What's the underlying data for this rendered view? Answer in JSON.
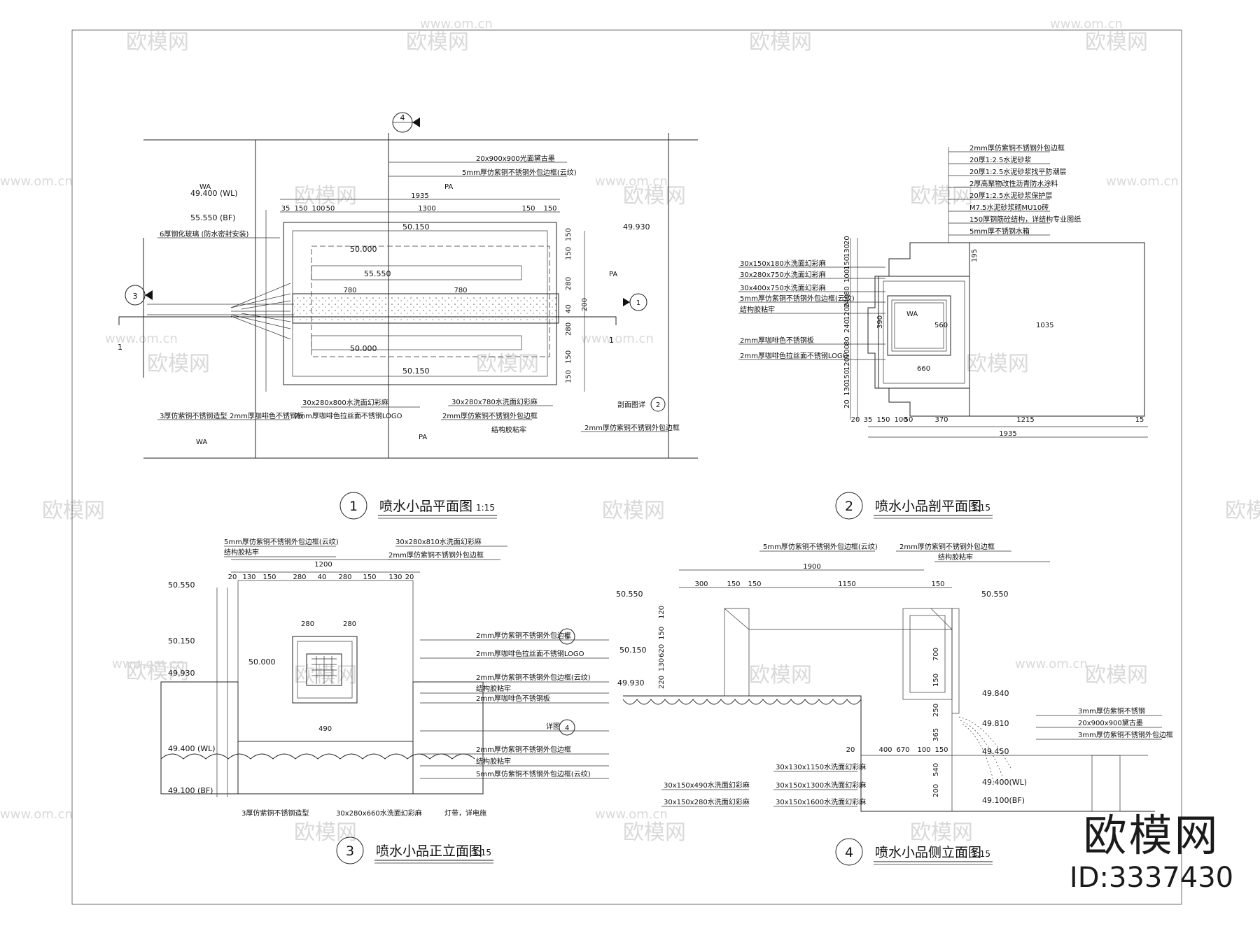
{
  "watermark": {
    "logo_text": "欧模网",
    "url_text": "www.om.cn"
  },
  "brand": {
    "logo": "欧模网",
    "id": "ID:3337430"
  },
  "views": [
    {
      "number": "1",
      "title": "喷水小品平面图",
      "scale": "1:15"
    },
    {
      "number": "2",
      "title": "喷水小品剖平面图",
      "scale": "1:15"
    },
    {
      "number": "3",
      "title": "喷水小品正立面图",
      "scale": "1:15"
    },
    {
      "number": "4",
      "title": "喷水小品侧立面图",
      "scale": "1:15"
    }
  ],
  "plan": {
    "section_marker_top": "4",
    "section_marker_left": "3",
    "section_marker_right": "1",
    "cut_line_label_left": "1",
    "cut_line_label_right": "1",
    "elev_wl": "49.400 (WL)",
    "elev_bf": "55.550 (BF)",
    "elev_49930": "49.930",
    "elev_50150_top": "50.150",
    "elev_50000_top": "50.000",
    "elev_55550": "55.550",
    "elev_50000_bot": "50.000",
    "elev_50150_bot": "50.150",
    "dim_1935": "1935",
    "dim_1300": "1300",
    "dim_780_left": "780",
    "dim_780_right": "780",
    "top_dims": [
      "35",
      "150",
      "100",
      "50",
      "150",
      "150"
    ],
    "right_dims": [
      "150",
      "150",
      "280",
      "40",
      "280",
      "150",
      "150"
    ],
    "dim_200": "200",
    "wa_label": "WA",
    "pa_label_top": "PA",
    "pa_label_right": "PA",
    "pa_label_bottom": "PA",
    "wa_label_bottom": "WA",
    "notes": [
      "20x900x900光面黛古墨",
      "5mm厚仿紫铜不锈钢外包边框(云纹)",
      "6厚钢化玻璃 (防水密封安装)",
      "30x280x800水洗面幻彩麻",
      "30x280x780水洗面幻彩麻",
      "2mm厚仿紫铜不锈钢外包边框",
      "结构胶粘牢",
      "2mm厚仿紫铜不锈钢外包边框",
      "3厚仿紫铜不锈钢造型",
      "2mm厚咖啡色不锈钢板",
      "2mm厚咖啡色拉丝面不锈钢LOGO"
    ],
    "detail_ref": "剖面图详",
    "detail_ref_num": "2"
  },
  "section": {
    "notes_top": [
      "2mm厚仿紫铜不锈钢外包边框",
      "20厚1:2.5水泥砂浆",
      "20厚1:2.5水泥砂浆找平防潮层",
      "2厚高聚物改性沥青防水涂料",
      "20厚1:2.5水泥砂浆保护层",
      "M7.5水泥砂浆砌MU10砖",
      "150厚钢筋砼结构，详结构专业图纸",
      "5mm厚不锈钢水箱"
    ],
    "notes_left": [
      "30x150x180水洗面幻彩麻",
      "30x280x750水洗面幻彩麻",
      "30x400x750水洗面幻彩麻",
      "5mm厚仿紫铜不锈钢外包边框(云纹)",
      "结构胶粘牢",
      "2mm厚咖啡色不锈钢板",
      "2mm厚咖啡色拉丝面不锈钢LOGO"
    ],
    "dim_560": "560",
    "dim_660": "660",
    "dim_1035": "1035",
    "dim_1935": "1935",
    "bottom_dims": [
      "20",
      "35",
      "150",
      "100",
      "50",
      "370",
      "1215",
      "15"
    ],
    "left_dims": [
      "20",
      "130",
      "150",
      "100",
      "80",
      "240",
      "1200",
      "240",
      "80",
      "100",
      "120",
      "150",
      "130",
      "20"
    ],
    "dim_390": "390",
    "dim_195": "195",
    "wa": "WA"
  },
  "front": {
    "elev_55550": "50.550",
    "elev_50150": "50.150",
    "elev_49930": "49.930",
    "elev_50000": "50.000",
    "elev_49400": "49.400 (WL)",
    "elev_49100": "49.100 (BF)",
    "dim_1200": "1200",
    "top_dims": [
      "20",
      "130",
      "150",
      "280",
      "40",
      "280",
      "150",
      "130",
      "20"
    ],
    "dim_280a": "280",
    "dim_280b": "280",
    "notes_top": [
      "5mm厚仿紫铜不锈钢外包边框(云纹)",
      "结构胶粘牢",
      "30x280x810水洗面幻彩麻",
      "2mm厚仿紫铜不锈钢外包边框"
    ],
    "notes_right": [
      "2mm厚仿紫铜不锈钢外包边框",
      "2mm厚咖啡色拉丝面不锈钢LOGO",
      "2mm厚仿紫铜不锈钢外包边框(云纹)",
      "结构胶粘牢",
      "2mm厚咖啡色不锈钢板",
      "详图",
      "2mm厚仿紫铜不锈钢外包边框",
      "结构胶粘牢",
      "5mm厚仿紫铜不锈钢外包边框(云纹)"
    ],
    "ref_6": "6",
    "ref_4": "4",
    "notes_bottom": [
      "3厚仿紫铜不锈钢造型",
      "30x280x660水洗面幻彩麻",
      "灯带，详电施"
    ],
    "dim_490": "490"
  },
  "side": {
    "elev_50550_l": "50.550",
    "elev_50550_r": "50.550",
    "elev_50150": "50.150",
    "elev_49930": "49.930",
    "elev_49840": "49.840",
    "elev_49810": "49.810",
    "elev_49450": "49.450",
    "elev_49400": "49.400(WL)",
    "elev_49100": "49.100(BF)",
    "dim_1900": "1900",
    "top_dims": [
      "300",
      "150",
      "150",
      "1150",
      "150"
    ],
    "bottom_dims": [
      "20",
      "400",
      "670",
      "100",
      "150"
    ],
    "notes_top": [
      "5mm厚仿紫铜不锈钢外包边框(云纹)",
      "2mm厚仿紫铜不锈钢外包边框",
      "结构胶粘牢"
    ],
    "notes_right": [
      "3mm厚仿紫铜不锈钢",
      "20x900x900黛古墨",
      "3mm厚仿紫铜不锈钢外包边框"
    ],
    "notes_bottom_left": [
      "30x150x490水洗面幻彩麻",
      "30x150x280水洗面幻彩麻"
    ],
    "notes_bottom_mid": [
      "30x130x1150水洗面幻彩麻",
      "30x150x1300水洗面幻彩麻",
      "30x150x1600水洗面幻彩麻"
    ],
    "left_dims": [
      "120",
      "150",
      "620",
      "130",
      "220"
    ],
    "right_dims": [
      "700",
      "150",
      "250",
      "365",
      "540",
      "200"
    ]
  }
}
